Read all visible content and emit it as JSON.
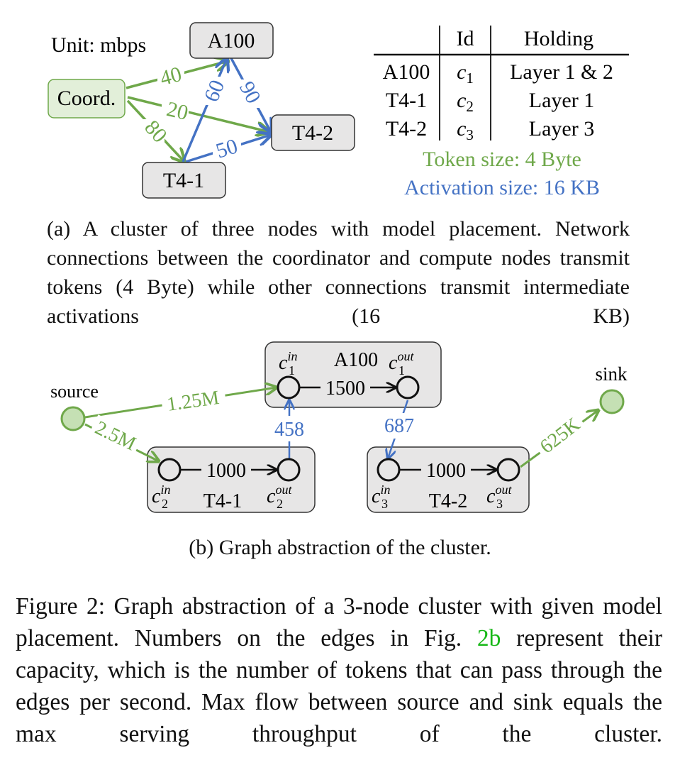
{
  "diagram_a": {
    "unit_label": "Unit: mbps",
    "nodes": {
      "a100": "A100",
      "coord": "Coord.",
      "t4_1": "T4-1",
      "t4_2": "T4-2"
    },
    "edge_labels": {
      "coord_a100": "40",
      "coord_t42": "20",
      "coord_t41": "80",
      "a100_t41": "60",
      "a100_t42": "90",
      "t41_t42": "50"
    },
    "table": {
      "headers": [
        "",
        "Id",
        "Holding"
      ],
      "rows": [
        {
          "node": "A100",
          "id_letter": "c",
          "id_sub": "1",
          "holding": "Layer 1 & 2"
        },
        {
          "node": "T4-1",
          "id_letter": "c",
          "id_sub": "2",
          "holding": "Layer 1"
        },
        {
          "node": "T4-2",
          "id_letter": "c",
          "id_sub": "3",
          "holding": "Layer 3"
        }
      ]
    },
    "token_size": "Token size: 4 Byte",
    "activation_size": "Activation size: 16 KB"
  },
  "caption_a": "(a) A cluster of three nodes with model placement. Network connections between the coordinator and compute nodes transmit tokens (4 Byte) while other connections transmit intermediate activations (16 KB)",
  "diagram_b": {
    "source": "source",
    "sink": "sink",
    "boxes": {
      "a100": "A100",
      "t4_1": "T4-1",
      "t4_2": "T4-2"
    },
    "inner_capacity": {
      "a100": "1500",
      "t4_1": "1000",
      "t4_2": "1000"
    },
    "edge_labels": {
      "source_a100": "1.25M",
      "source_t41": "2.5M",
      "t41_a100": "458",
      "a100_t42": "687",
      "t42_sink": "625K"
    },
    "node_labels": {
      "letter": "c",
      "sup_in": "in",
      "sup_out": "out",
      "sub_1": "1",
      "sub_2": "2",
      "sub_3": "3"
    }
  },
  "caption_b": "(b) Graph abstraction of the cluster.",
  "figure_caption": {
    "before_ref": "Figure 2: Graph abstraction of a 3-node cluster with given model placement. Numbers on the edges in Fig.",
    "ref": "2b",
    "after_ref": "represent their capacity, which is the number of tokens that can pass through the edges per second. Max flow between source and sink equals the max serving throughput of the cluster."
  },
  "colors": {
    "green": "#6fa84a",
    "blue": "#4472c4",
    "node_gray": "#e7e6e6",
    "coord_green": "#e2efd9",
    "source_green": "#c5e0b4",
    "ref_green": "#18b818"
  }
}
